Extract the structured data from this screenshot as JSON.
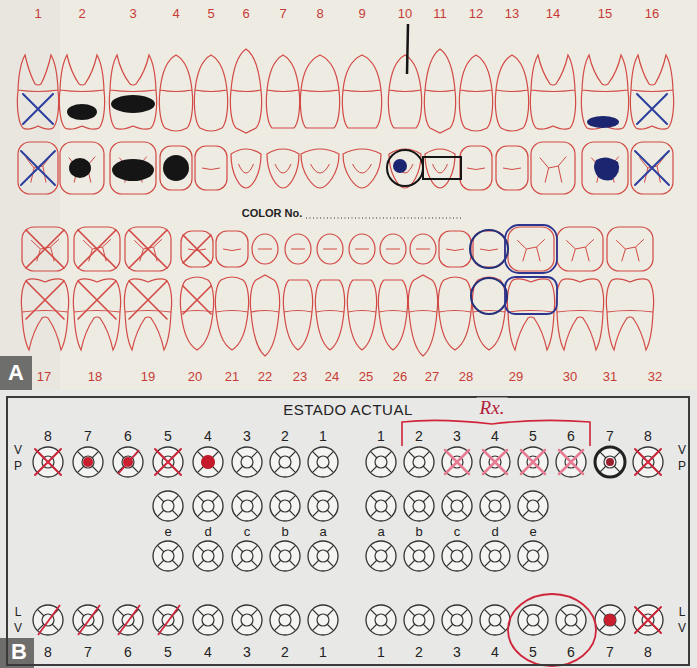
{
  "diagram": {
    "nodes": [
      {
        "text": [
          "ESTADO ACTUAL"
        ]
      }
    ],
    "labels": [
      "1",
      "2",
      "3",
      "4",
      "5",
      "6",
      "7",
      "8",
      "9",
      "10",
      "11",
      "12",
      "13",
      "14",
      "15",
      "16",
      "COLOR No.",
      "A",
      "17",
      "18",
      "19",
      "20",
      "21",
      "22",
      "23",
      "24",
      "25",
      "26",
      "27",
      "28",
      "29",
      "30",
      "31",
      "32",
      "Rx.",
      "V",
      "P",
      "8",
      "7",
      "6",
      "5",
      "4",
      "3",
      "2",
      "1",
      "1",
      "2",
      "3",
      "4",
      "5",
      "6",
      "7",
      "8",
      "V",
      "P",
      "e",
      "d",
      "c",
      "b",
      "a",
      "a",
      "b",
      "c",
      "d",
      "e",
      "L",
      "V",
      "8",
      "7",
      "6",
      "5",
      "4",
      "3",
      "2",
      "1",
      "1",
      "2",
      "3",
      "4",
      "5",
      "6",
      "7",
      "8",
      "L",
      "V",
      "B"
    ]
  }
}
